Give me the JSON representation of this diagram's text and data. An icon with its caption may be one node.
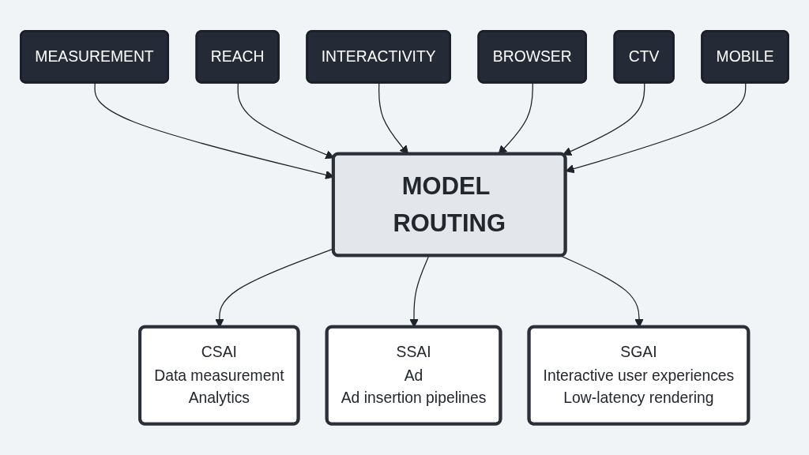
{
  "diagram": {
    "nodes": [
      {
        "text": [
          "MEASUREMENT"
        ]
      },
      {
        "text": [
          "REACH"
        ]
      },
      {
        "text": [
          "INTERACTIVITY"
        ]
      },
      {
        "text": [
          "BROWSER"
        ]
      },
      {
        "text": [
          "CTV"
        ]
      },
      {
        "text": [
          "MOBILE"
        ]
      },
      {
        "text": [
          "MODEL ROUTING"
        ]
      },
      {
        "text": [
          "CSAI",
          "Data measurement",
          "Analytics"
        ]
      },
      {
        "text": [
          "SSAI",
          "Ad",
          "Ad insertion pipelines"
        ]
      },
      {
        "text": [
          "SGAI",
          "Interactive user experiences",
          "Low-latency rendering"
        ]
      }
    ],
    "edges": [
      {
        "from": 0,
        "to": 6,
        "arrow": "to"
      },
      {
        "from": 1,
        "to": 6,
        "arrow": "to"
      },
      {
        "from": 2,
        "to": 6,
        "arrow": "to"
      },
      {
        "from": 3,
        "to": 6,
        "arrow": "to"
      },
      {
        "from": 4,
        "to": 6,
        "arrow": "to"
      },
      {
        "from": 5,
        "to": 6,
        "arrow": "to"
      },
      {
        "from": 6,
        "to": 7,
        "arrow": "to"
      },
      {
        "from": 6,
        "to": 8,
        "arrow": "to"
      },
      {
        "from": 6,
        "to": 9,
        "arrow": "to"
      }
    ]
  }
}
